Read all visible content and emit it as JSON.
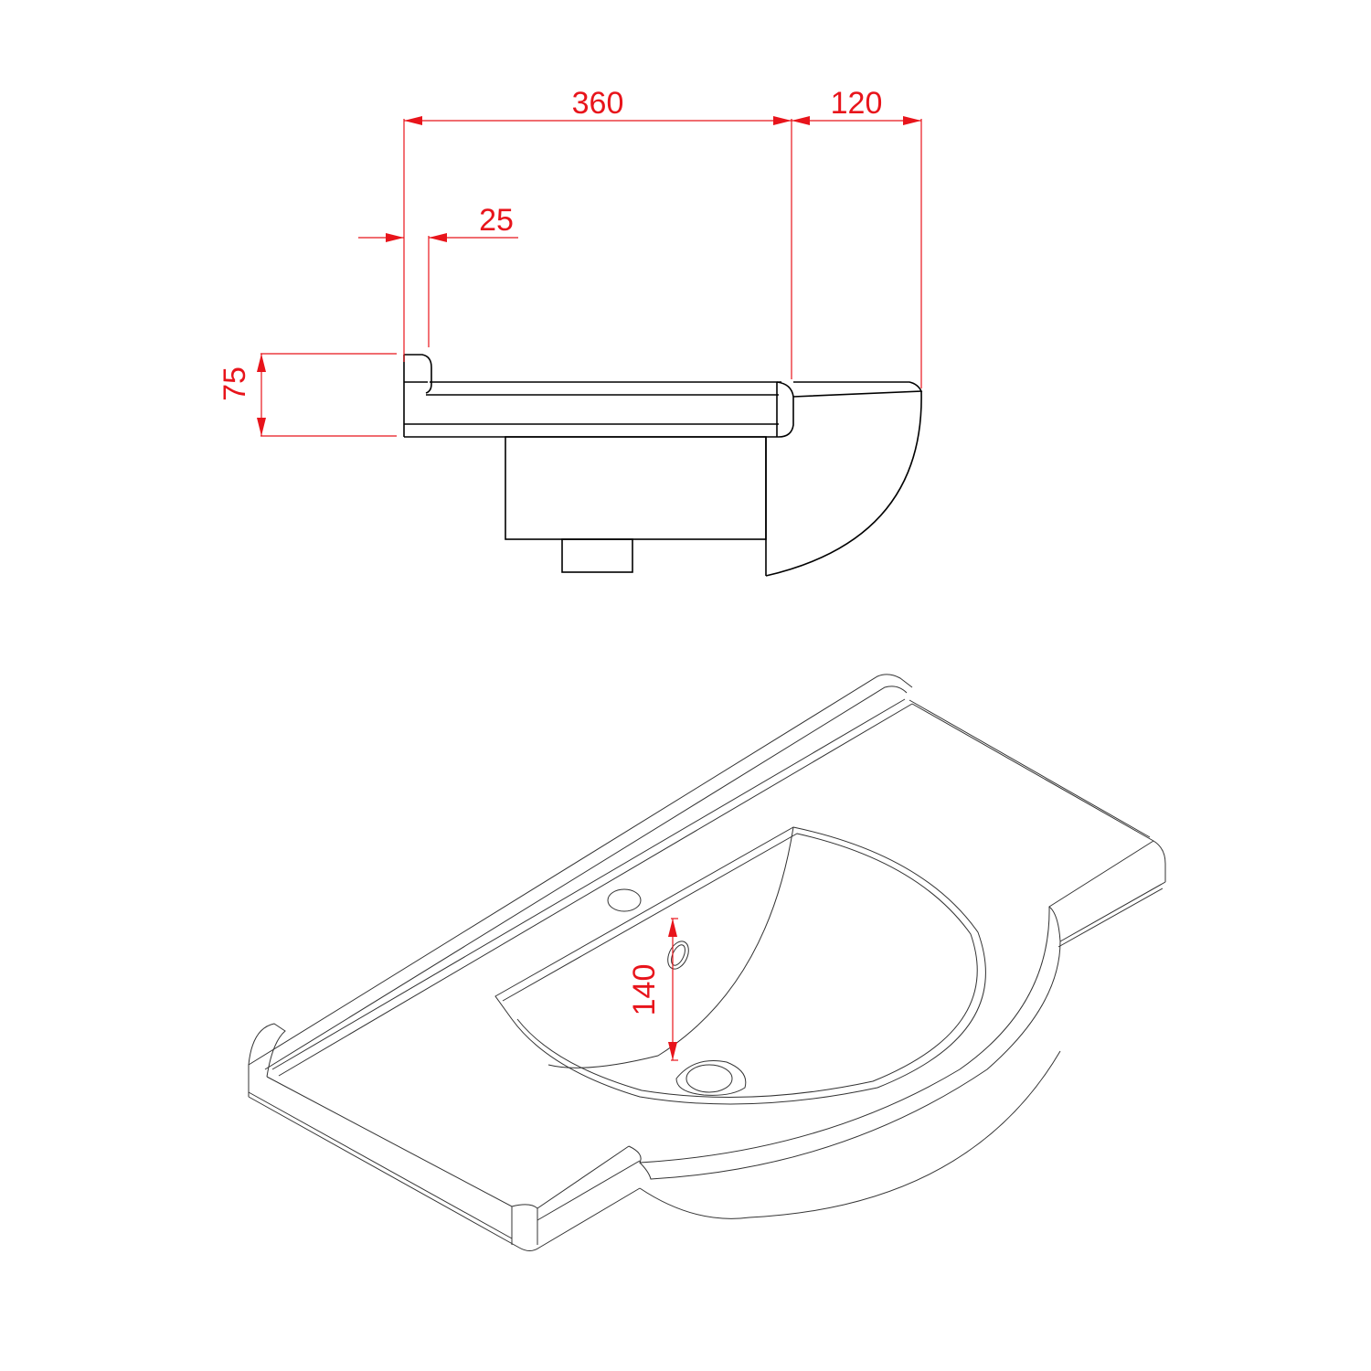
{
  "drawing": {
    "type": "technical-drawing",
    "subject": "semi-recessed washbasin",
    "dimension_color": "#e8141b",
    "line_color": "#000000"
  },
  "side_view": {
    "dimensions": {
      "width_main": "360",
      "projection": "120",
      "upstand_thickness": "25",
      "height": "75"
    }
  },
  "isometric_view": {
    "dimensions": {
      "overflow_to_waste": "140"
    },
    "features": [
      "tap-hole",
      "overflow-hole",
      "waste-outlet",
      "bowl",
      "upstand",
      "deck"
    ]
  }
}
